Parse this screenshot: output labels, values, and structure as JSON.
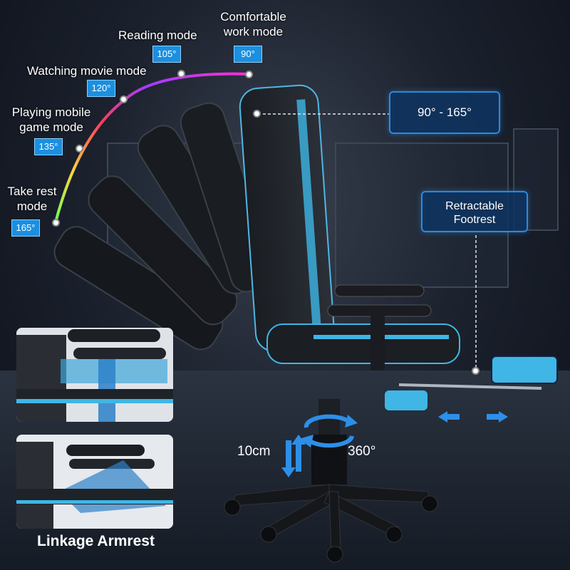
{
  "recline_modes": [
    {
      "label": "Comfortable\nwork mode",
      "angle": "90°"
    },
    {
      "label": "Reading mode",
      "angle": "105°"
    },
    {
      "label": "Watching movie mode",
      "angle": "120°"
    },
    {
      "label": "Playing mobile\ngame mode",
      "angle": "135°"
    },
    {
      "label": "Take rest\nmode",
      "angle": "165°"
    }
  ],
  "callouts": {
    "recline_range": "90°  - 165°",
    "footrest": "Retractable\nFootrest"
  },
  "measurements": {
    "height_adjust": "10cm",
    "swivel": "360°"
  },
  "caption": "Linkage Armrest",
  "colors": {
    "accent_blue": "#1b8fe0",
    "cyan": "#3fb6e6",
    "arc_gradient": [
      "#ff2ed0",
      "#9b3cff",
      "#ff3d5c",
      "#ffd23f",
      "#6cff5a"
    ]
  }
}
